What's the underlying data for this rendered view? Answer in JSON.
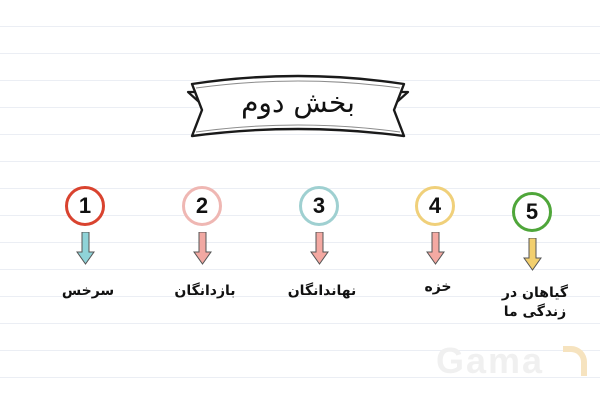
{
  "section": {
    "title": "بخش دوم"
  },
  "steps": [
    {
      "number": "1",
      "label": "سرخس",
      "ring_color": "#d9432f",
      "arrow_color": "#8fd3d8"
    },
    {
      "number": "2",
      "label": "بازدانگان",
      "ring_color": "#efb7b3",
      "arrow_color": "#f1a8a2"
    },
    {
      "number": "3",
      "label": "نهاندانگان",
      "ring_color": "#9fd0d1",
      "arrow_color": "#f4a9a2"
    },
    {
      "number": "4",
      "label": "خزه",
      "ring_color": "#f0d07a",
      "arrow_color": "#f4a9a2"
    },
    {
      "number": "5",
      "label": "گیاهان در زندگی ما",
      "ring_color": "#4fa63a",
      "arrow_color": "#f2cf6e"
    }
  ],
  "brand": {
    "logo_text": "Gama"
  }
}
